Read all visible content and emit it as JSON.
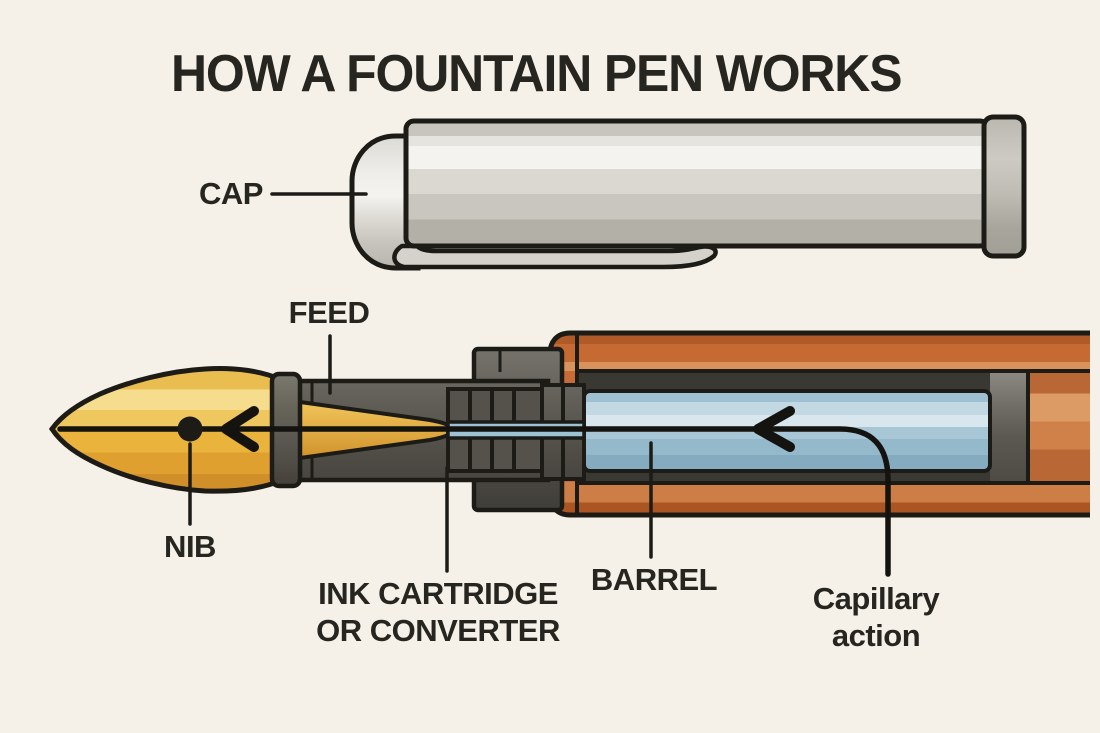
{
  "diagram": {
    "title": "HOW A FOUNTAIN PEN WORKS",
    "labels": {
      "cap": "CAP",
      "feed": "FEED",
      "nib": "NIB",
      "ink_cartridge": {
        "line1": "INK CARTRIDGE",
        "line2": "OR CONVERTER"
      },
      "barrel": "BARREL",
      "capillary": {
        "line1": "Capillary",
        "line2": "action"
      }
    }
  },
  "colors": {
    "background": "#f5f1e8",
    "text": "#26251f",
    "outline": "#1c1b16",
    "cap_gray": "#d7d4cd",
    "nib_gold": "#ecb845",
    "grip_gray": "#5b5852",
    "barrel_orange": "#c76c36",
    "ink_blue": "#a9c9d8"
  }
}
